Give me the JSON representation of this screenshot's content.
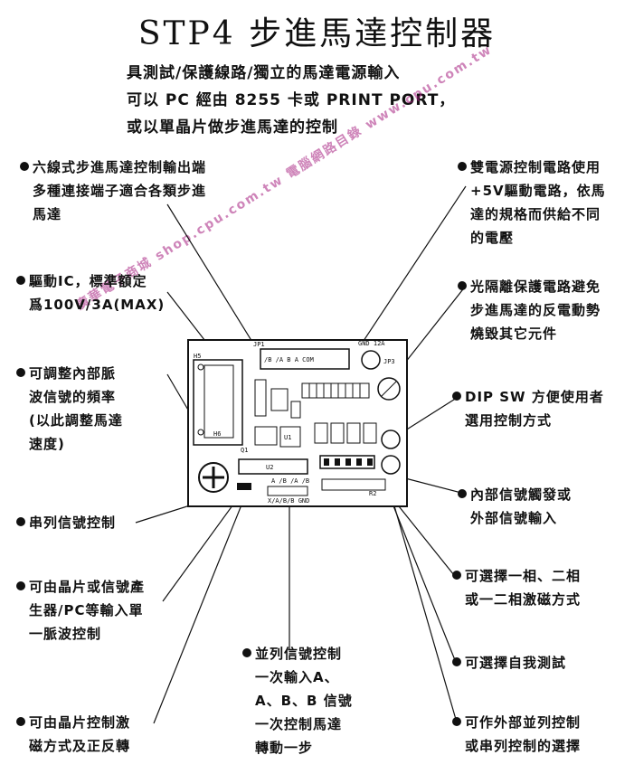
{
  "title": "STP4 步進馬達控制器",
  "subtitle": [
    "具測試/保護線路/獨立的馬達電源輸入",
    "可以 PC 經由 8255 卡或 PRINT PORT，",
    "或以單晶片做步進馬達的控制"
  ],
  "watermark": "廣華電子商城 shop.cpu.com.tw 電腦網路目錄 www.cpu.com.tw",
  "board_labels": {
    "jp1": "JP1",
    "h5": "H5",
    "h6": "H6",
    "q1": "Q1",
    "u2": "U2",
    "u1": "U1",
    "r2": "R2",
    "jp3": "JP3",
    "top_pins": "/B  /A  B  A   COM",
    "gnd": "GND 12A",
    "bottom_pins": "X/A/B/B GND",
    "bottom_pins2": "A /B /A /B"
  },
  "left_notes": [
    {
      "id": "six-wire",
      "lines": [
        "六線式步進馬達控制輸出端",
        "多種連接端子適合各類步進",
        "馬達"
      ]
    },
    {
      "id": "driver-ic",
      "lines": [
        "驅動IC，標準額定",
        "爲100V/3A(MAX)"
      ]
    },
    {
      "id": "pulse-freq",
      "lines": [
        "可調整內部脈",
        "波信號的頻率",
        "(以此調整馬達",
        "速度)"
      ]
    },
    {
      "id": "serial",
      "lines": [
        "串列信號控制"
      ]
    },
    {
      "id": "single-pulse",
      "lines": [
        "可由晶片或信號產",
        "生器/PC等輸入單",
        "一脈波控制"
      ]
    },
    {
      "id": "excitation",
      "lines": [
        "可由晶片控制激",
        "磁方式及正反轉"
      ]
    }
  ],
  "center_note": {
    "id": "parallel",
    "lines": [
      "並列信號控制",
      "一次輸入A、",
      "A、B、B 信號",
      "一次控制馬達",
      "轉動一步"
    ]
  },
  "right_notes": [
    {
      "id": "dual-power",
      "lines": [
        "雙電源控制電路使用",
        "+5V驅動電路，依馬",
        "達的規格而供給不同",
        "的電壓"
      ]
    },
    {
      "id": "opto",
      "lines": [
        "光隔離保護電路避免",
        "步進馬達的反電動勢",
        "燒毀其它元件"
      ]
    },
    {
      "id": "dip",
      "lines": [
        "DIP SW 方便使用者",
        "選用控制方式"
      ]
    },
    {
      "id": "trigger",
      "lines": [
        "內部信號觸發或",
        "外部信號輸入"
      ]
    },
    {
      "id": "phase",
      "lines": [
        "可選擇一相、二相",
        "或一二相激磁方式"
      ]
    },
    {
      "id": "selftest",
      "lines": [
        "可選擇自我測試"
      ]
    },
    {
      "id": "ext-select",
      "lines": [
        "可作外部並列控制",
        "或串列控制的選擇"
      ]
    }
  ]
}
